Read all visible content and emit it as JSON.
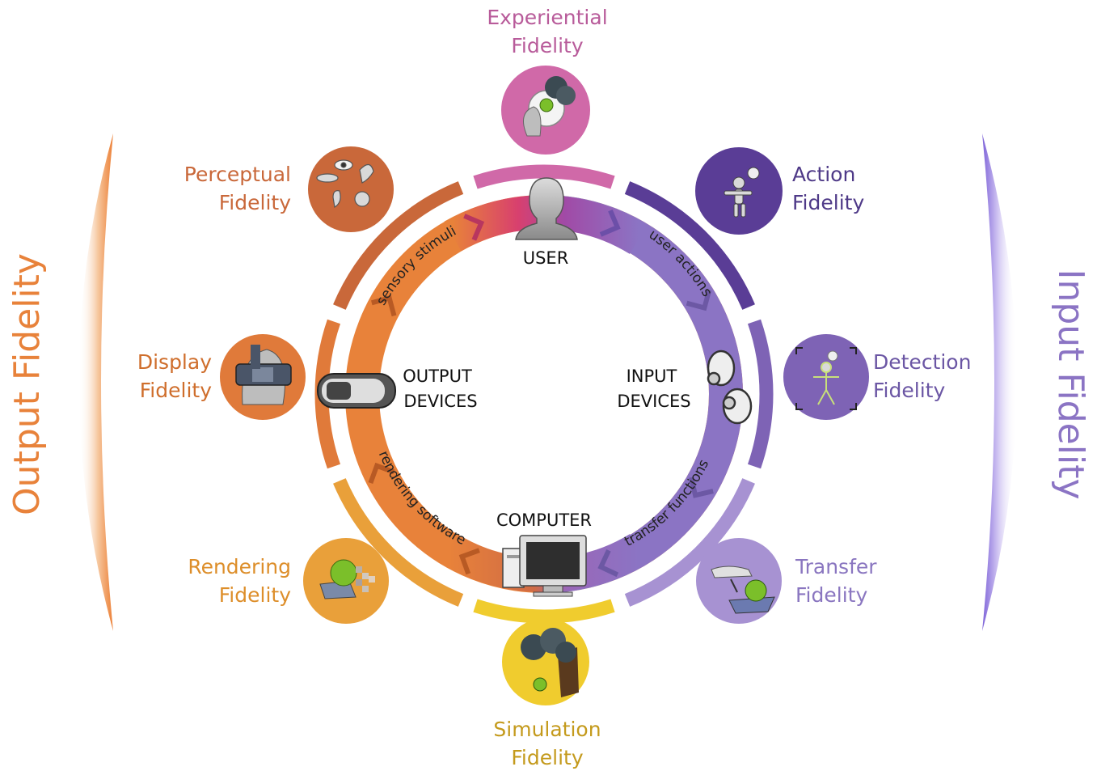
{
  "sides": {
    "output": "Output Fidelity",
    "input": "Input Fidelity"
  },
  "fidelities": {
    "experiential": [
      "Experiential",
      "Fidelity"
    ],
    "perceptual": [
      "Perceptual",
      "Fidelity"
    ],
    "action": [
      "Action",
      "Fidelity"
    ],
    "display": [
      "Display",
      "Fidelity"
    ],
    "detection": [
      "Detection",
      "Fidelity"
    ],
    "rendering": [
      "Rendering",
      "Fidelity"
    ],
    "transfer": [
      "Transfer",
      "Fidelity"
    ],
    "simulation": [
      "Simulation",
      "Fidelity"
    ]
  },
  "nodes": {
    "user": "USER",
    "computer": "COMPUTER",
    "output_devices": [
      "OUTPUT",
      "DEVICES"
    ],
    "input_devices": [
      "INPUT",
      "DEVICES"
    ]
  },
  "flows": {
    "sensory": "sensory stimuli",
    "actions": "user actions",
    "rendering": "rendering software",
    "transfer": "transfer functions"
  },
  "colors": {
    "output": "#e8823a",
    "input": "#8b74c4",
    "experiential": "#d069a8",
    "perceptual": "#c9683a",
    "display": "#e07a3a",
    "rendering": "#e9a03a",
    "simulation": "#f0cc2e",
    "action": "#5a3d96",
    "detection": "#7e63b5",
    "transfer": "#a792d2"
  }
}
